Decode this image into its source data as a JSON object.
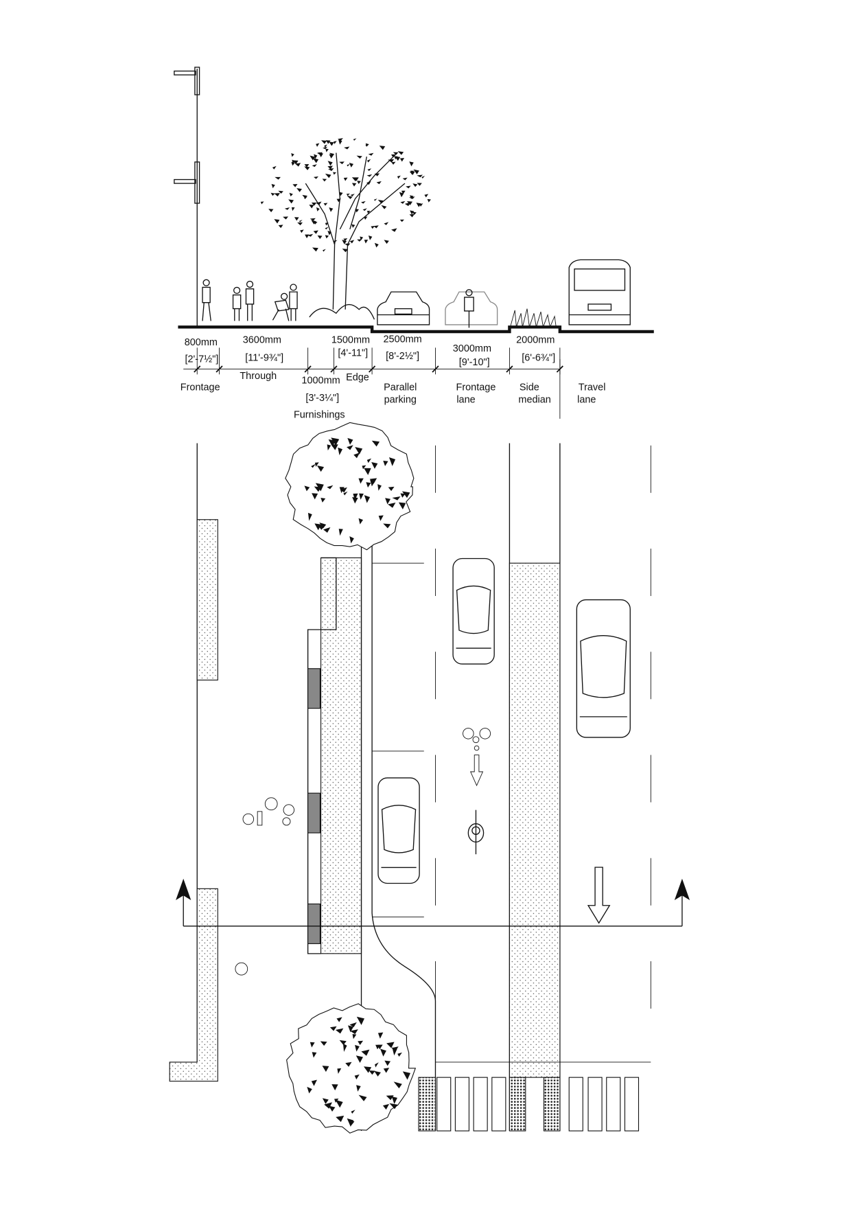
{
  "section": {
    "dimensions": [
      {
        "id": "frontage",
        "mm": "800mm",
        "imperial": "[2'-7½\"]",
        "label": [
          "Frontage"
        ]
      },
      {
        "id": "through",
        "mm": "3600mm",
        "imperial": "[11'-9¾\"]",
        "label": [
          "Through"
        ]
      },
      {
        "id": "furnishings",
        "mm": "1000mm",
        "imperial": "[3'-3¼\"]",
        "label": [
          "Furnishings"
        ]
      },
      {
        "id": "edge",
        "mm": "1500mm",
        "imperial": "[4'-11\"]",
        "label": [
          "Edge"
        ]
      },
      {
        "id": "parking",
        "mm": "2500mm",
        "imperial": "[8'-2½\"]",
        "label": [
          "Parallel",
          "parking"
        ]
      },
      {
        "id": "frontage-lane",
        "mm": "3000mm",
        "imperial": "[9'-10\"]",
        "label": [
          "Frontage",
          "lane"
        ]
      },
      {
        "id": "side-median",
        "mm": "2000mm",
        "imperial": "[6'-6¾\"]",
        "label": [
          "Side",
          "median"
        ]
      },
      {
        "id": "travel-lane",
        "mm": "",
        "imperial": "",
        "label": [
          "Travel",
          "lane"
        ]
      }
    ]
  },
  "colors": {
    "ink": "#111111",
    "paper": "#ffffff"
  }
}
